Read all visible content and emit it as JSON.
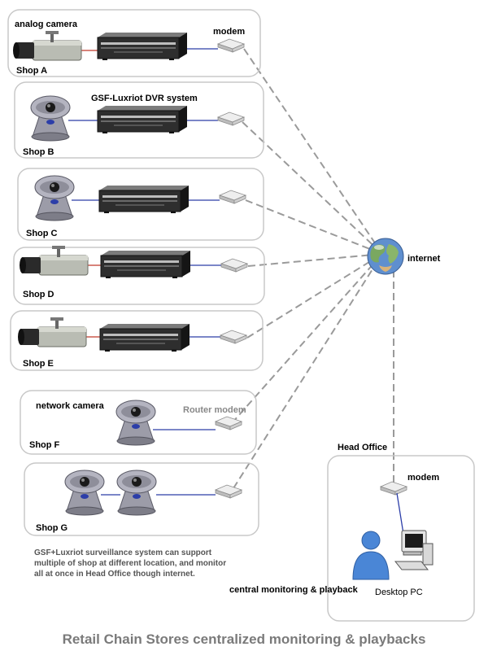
{
  "labels": {
    "analog_camera": "analog camera",
    "modem_top": "modem",
    "dvr_system": "GSF-Luxriot DVR system",
    "internet": "internet",
    "network_camera": "network camera",
    "router_modem": "Router modem",
    "head_office": "Head Office",
    "modem_head": "modem",
    "central": "central monitoring & playback",
    "desktop_pc": "Desktop PC"
  },
  "shops": [
    {
      "name": "Shop A"
    },
    {
      "name": "Shop B"
    },
    {
      "name": "Shop C"
    },
    {
      "name": "Shop D"
    },
    {
      "name": "Shop E"
    },
    {
      "name": "Shop F"
    },
    {
      "name": "Shop G"
    }
  ],
  "note": {
    "line1": "GSF+Luxriot surveillance system can support",
    "line2": "multiple of shop at different location, and monitor",
    "line3": "all at once in Head Office though internet."
  },
  "title": "Retail Chain Stores centralized monitoring & playbacks",
  "colors": {
    "panel_border": "#c8c8c8",
    "analog_link": "#c0392b",
    "network_link": "#2c3ea8",
    "internet_link": "#9a9a9a",
    "title": "#7a7a7a"
  }
}
